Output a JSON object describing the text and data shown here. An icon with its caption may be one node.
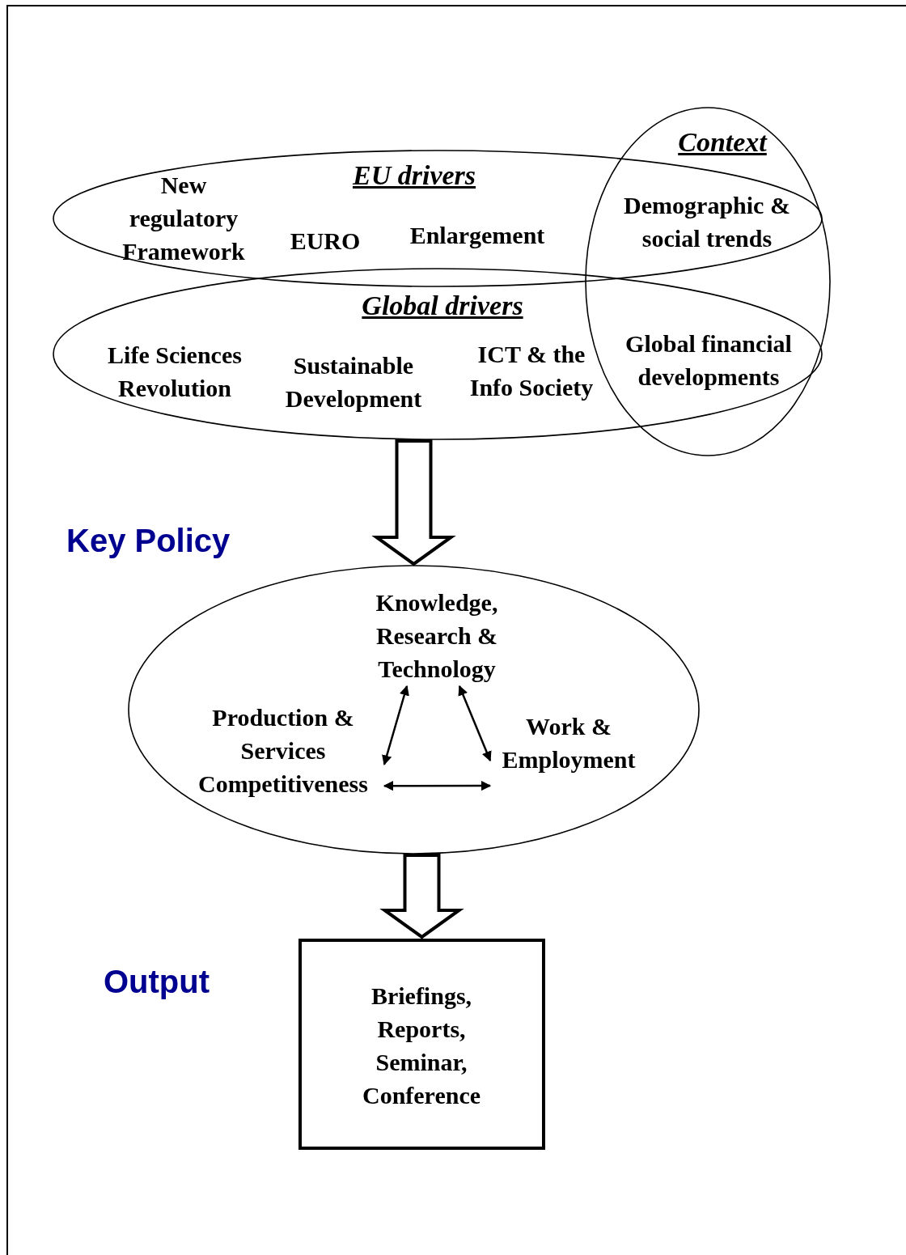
{
  "diagram": {
    "nodes": [
      {
        "text": [
          "EU drivers",
          "New regulatory Framework",
          "EURO",
          "Enlargement"
        ]
      },
      {
        "text": [
          "Global drivers",
          "Life Sciences Revolution",
          "Sustainable Development",
          "ICT & the Info Society"
        ]
      },
      {
        "text": [
          "Context",
          "Demographic & social trends",
          "Global financial developments"
        ]
      },
      {
        "text": [],
        "shape": "ellipse"
      },
      {
        "text": [
          "Knowledge, Research & Technology"
        ],
        "in": 3
      },
      {
        "text": [
          "Production & Services Competitiveness"
        ],
        "in": 3
      },
      {
        "text": [
          "Work & Employment"
        ],
        "in": 3
      },
      {
        "text": [
          "Briefings, Reports, Seminar, Conference"
        ]
      }
    ],
    "edges": [
      {
        "from": 1,
        "to": 3,
        "arrow": "to",
        "style": "thick"
      },
      {
        "from": 5,
        "to": 4,
        "arrow": "both"
      },
      {
        "from": 6,
        "to": 4,
        "arrow": "both"
      },
      {
        "from": 5,
        "to": 6,
        "arrow": "both"
      },
      {
        "from": 3,
        "to": 7,
        "arrow": "to",
        "style": "thick"
      }
    ],
    "labels": [
      "Key Policy",
      "Output"
    ]
  }
}
